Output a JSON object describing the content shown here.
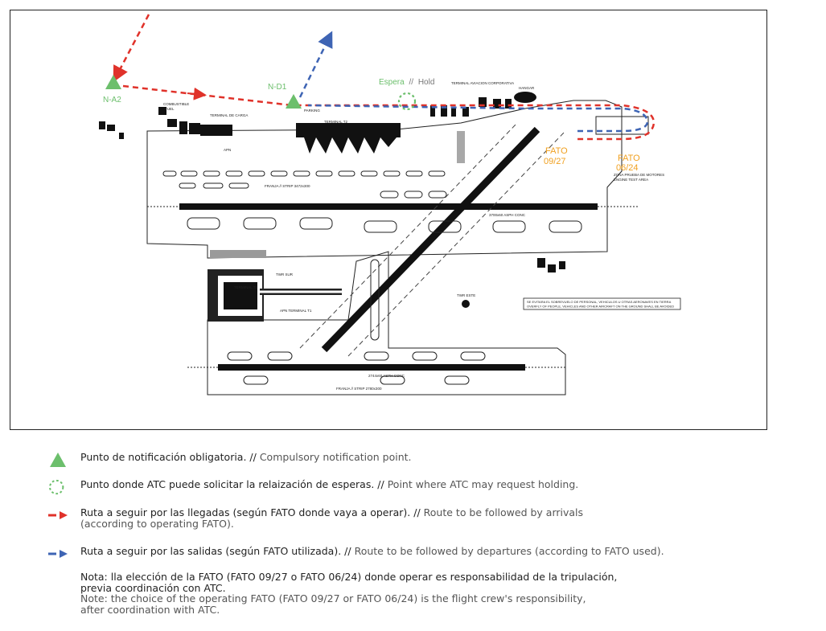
{
  "map": {
    "points": {
      "na2": "N-A2",
      "nd1": "N-D1",
      "hold_es": "Espera",
      "hold_sep": "//",
      "hold_en": "Hold"
    },
    "fato": {
      "f0927_a": "FATO",
      "f0927_b": "09/27",
      "f0624_a": "FATO",
      "f0624_b": "06/24"
    },
    "labels": {
      "combustible": "COMBUSTIBLE",
      "fuel": "FUEL",
      "terminal_carga": "TERMINAL DE CARGA",
      "terminal_t2": "TERMINAL T2",
      "parking": "PARKING",
      "hangar": "HANGAR",
      "terminal_corp": "TERMINAL AVIACION CORPORATIVA",
      "apn": "APN",
      "apn_t1": "APN TERMINAL T1",
      "terminal_t1": "TERMINAL T1",
      "twr_sur": "TWR SUR",
      "twr_este": "TWR ESTE",
      "zona_prueba": "ZONA PRUEBA DE MOTORES",
      "engine_test": "ENGINE TEST AREA",
      "franja_top": "FRANJA // STRIP 3472x300",
      "franja_bottom": "FRANJA // STRIP 2780x300",
      "aiscon_top": "3700x60 ASPH CONC",
      "aiscon_bottom": "2744x60 ASPH CONC",
      "warning_es": "SE EVITARA EL SOBREVUELO DE PERSONAL, VEHICULOS U OTRAS AERONAVES EN TIERRA",
      "warning_en": "OVERFLY OF PEOPLE, VEHICLES AND OTHER AIRCRAFT ON THE GROUND SHALL BE AVOIDED"
    }
  },
  "legend": {
    "compulsory_es": "Punto de notificación obligatoria. //",
    "compulsory_en": "Compulsory notification point.",
    "holding_es": "Punto donde ATC puede solicitar la relaización de esperas. //",
    "holding_en": "Point where ATC may request holding.",
    "arrivals_es": "Ruta a seguir por las llegadas (según FATO donde vaya a operar). //",
    "arrivals_en": "Route to be followed by arrivals",
    "arrivals_en2": "(according to operating FATO).",
    "departures_es": "Ruta a seguir por las salidas (según FATO utilizada). //",
    "departures_en": "Route to be followed by departures (according to FATO used)."
  },
  "note": {
    "line1_es": "Nota: lla elección de la FATO (FATO 09/27 o FATO 06/24) donde operar es responsabilidad de la tripulación,",
    "line2_es": "previa coordinación con ATC.",
    "line1_en": "Note: the choice of the operating FATO (FATO 09/27 or FATO 06/24) is the flight crew's responsibility,",
    "line2_en": "after coordination with ATC."
  },
  "colors": {
    "arrival_red": "#e0322a",
    "departure_blue": "#3e64b4",
    "green": "#6cbf6c",
    "fato_orange": "#f0a020"
  }
}
